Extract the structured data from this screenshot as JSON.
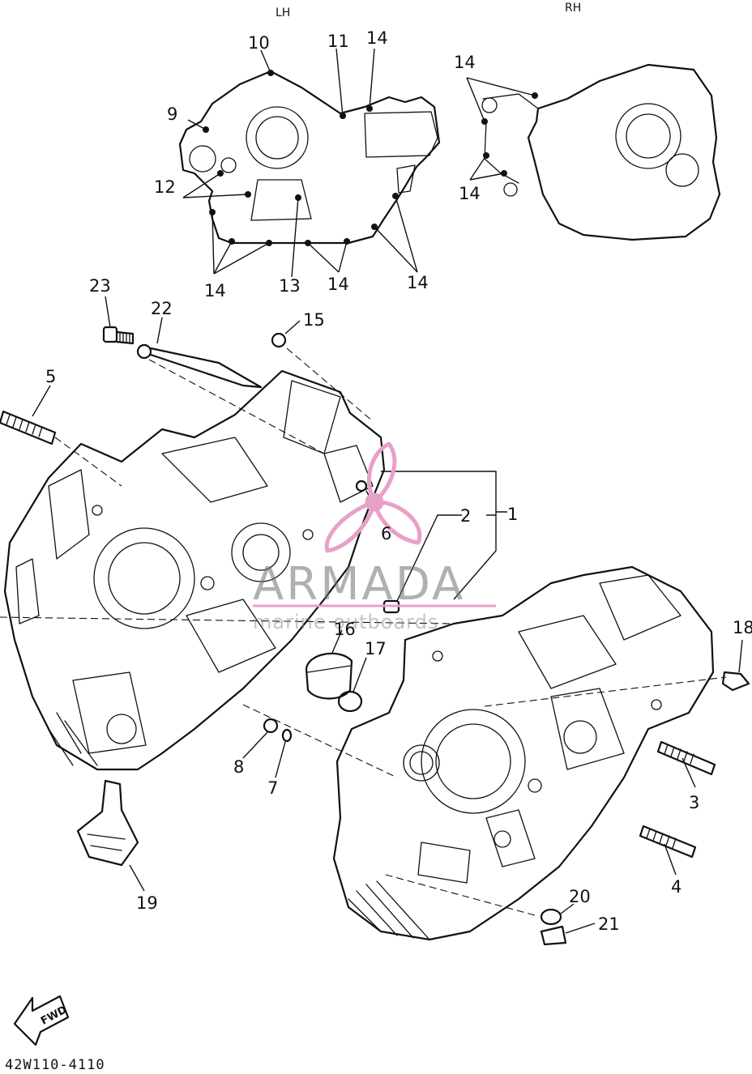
{
  "headers": {
    "left": "LH",
    "right": "RH"
  },
  "callouts": {
    "c1": "1",
    "c2": "2",
    "c3": "3",
    "c4": "4",
    "c5": "5",
    "c6": "6",
    "c7": "7",
    "c8": "8",
    "c9": "9",
    "c10": "10",
    "c11": "11",
    "c12": "12",
    "c13": "13",
    "c14": "14",
    "c15": "15",
    "c16": "16",
    "c17": "17",
    "c18": "18",
    "c19": "19",
    "c20": "20",
    "c21": "21",
    "c22": "22",
    "c23": "23"
  },
  "fwd_label": "FWD",
  "reference": "42W110-4110",
  "watermark": {
    "brand": "ARMADA",
    "tagline": "marine outboards",
    "brand_color": "#e8a0c8"
  }
}
